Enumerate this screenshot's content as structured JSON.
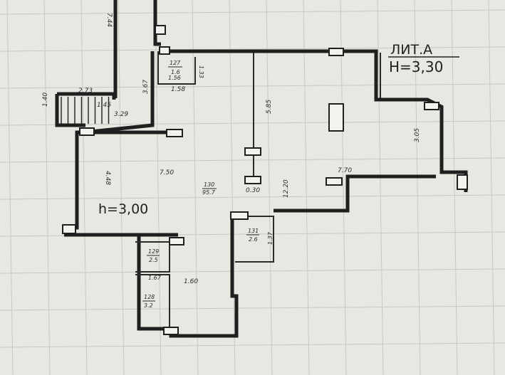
{
  "header": {
    "lit": "ЛИТ.А",
    "height_main": "H=3,30"
  },
  "height_left": "h=3,00",
  "dims": {
    "d744": "7.44",
    "d273": "2.73",
    "d140": "1.40",
    "d145": "1.45",
    "d329": "3.29",
    "d367": "3.67",
    "d158": "1.58",
    "d585": "5.85",
    "d305": "3.05",
    "d770": "7.70",
    "d750": "7.50",
    "d448": "4.48",
    "d030": "0.30",
    "d1220": "12.20",
    "d137": "1.37",
    "d167": "1.67",
    "d160": "1.60",
    "d133": "1.33",
    "d156": "1.56"
  },
  "rooms": {
    "r127": {
      "num": "127",
      "area": "1.6"
    },
    "r130": {
      "num": "130",
      "area": "95.7"
    },
    "r131": {
      "num": "131",
      "area": "2.6"
    },
    "r129": {
      "num": "129",
      "area": "2.5"
    },
    "r128": {
      "num": "128",
      "area": "3.2"
    }
  }
}
